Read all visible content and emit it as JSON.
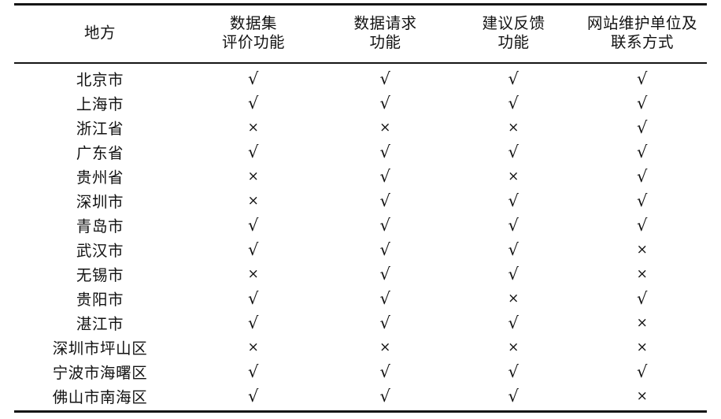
{
  "table": {
    "headers": [
      {
        "lines": [
          "地方"
        ]
      },
      {
        "lines": [
          "数据集",
          "评价功能"
        ]
      },
      {
        "lines": [
          "数据请求",
          "功能"
        ]
      },
      {
        "lines": [
          "建议反馈",
          "功能"
        ]
      },
      {
        "lines": [
          "网站维护单位及",
          "联系方式"
        ]
      }
    ],
    "marks": {
      "yes": "√",
      "no": "×"
    },
    "rows": [
      {
        "place": "北京市",
        "eval": "√",
        "request": "√",
        "feedback": "√",
        "maintainer": "√"
      },
      {
        "place": "上海市",
        "eval": "√",
        "request": "√",
        "feedback": "√",
        "maintainer": "√"
      },
      {
        "place": "浙江省",
        "eval": "×",
        "request": "×",
        "feedback": "×",
        "maintainer": "√"
      },
      {
        "place": "广东省",
        "eval": "√",
        "request": "√",
        "feedback": "√",
        "maintainer": "√"
      },
      {
        "place": "贵州省",
        "eval": "×",
        "request": "√",
        "feedback": "×",
        "maintainer": "√"
      },
      {
        "place": "深圳市",
        "eval": "×",
        "request": "√",
        "feedback": "√",
        "maintainer": "√"
      },
      {
        "place": "青岛市",
        "eval": "√",
        "request": "√",
        "feedback": "√",
        "maintainer": "√"
      },
      {
        "place": "武汉市",
        "eval": "√",
        "request": "√",
        "feedback": "√",
        "maintainer": "×"
      },
      {
        "place": "无锡市",
        "eval": "×",
        "request": "√",
        "feedback": "√",
        "maintainer": "×"
      },
      {
        "place": "贵阳市",
        "eval": "√",
        "request": "√",
        "feedback": "×",
        "maintainer": "√"
      },
      {
        "place": "湛江市",
        "eval": "√",
        "request": "√",
        "feedback": "√",
        "maintainer": "×"
      },
      {
        "place": "深圳市坪山区",
        "eval": "×",
        "request": "×",
        "feedback": "×",
        "maintainer": "×"
      },
      {
        "place": "宁波市海曙区",
        "eval": "√",
        "request": "√",
        "feedback": "√",
        "maintainer": "√"
      },
      {
        "place": "佛山市南海区",
        "eval": "√",
        "request": "√",
        "feedback": "√",
        "maintainer": "×"
      }
    ]
  }
}
